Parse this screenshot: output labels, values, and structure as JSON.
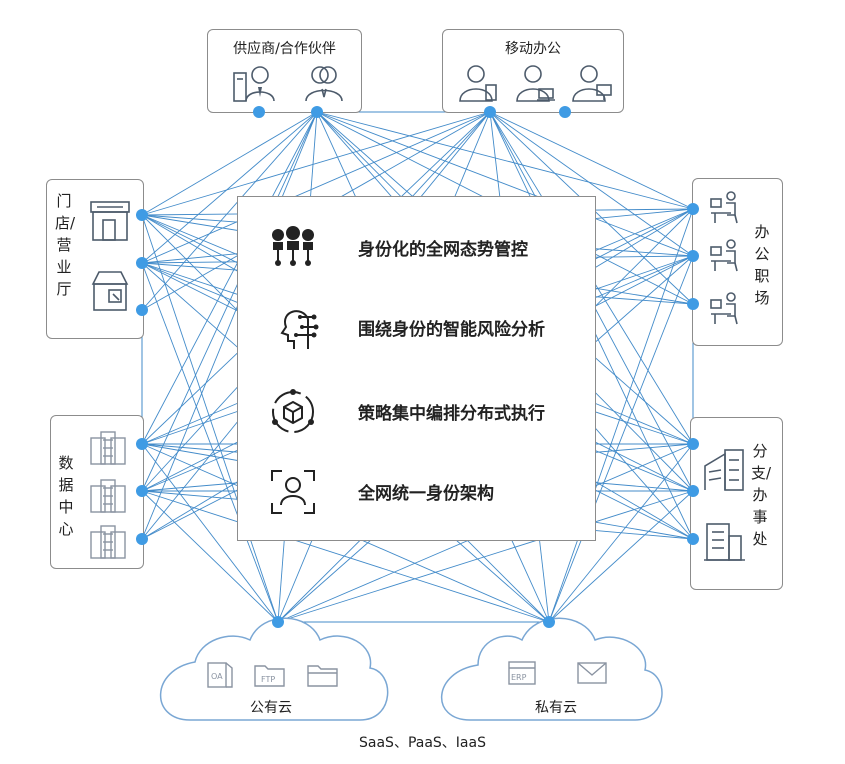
{
  "groups": {
    "supplier": "供应商/合作伙伴",
    "mobile": "移动办公",
    "store": "门店/营业厅",
    "office": "办公职场",
    "datacenter": "数据中心",
    "branch": "分支/办事处"
  },
  "capabilities": [
    {
      "label": "身份化的全网态势管控",
      "icon": "identity-network-icon"
    },
    {
      "label": "围绕身份的智能风险分析",
      "icon": "ai-brain-icon"
    },
    {
      "label": "策略集中编排分布式执行",
      "icon": "policy-cube-icon"
    },
    {
      "label": "全网统一身份架构",
      "icon": "user-frame-icon"
    }
  ],
  "clouds": {
    "public": {
      "label": "公有云",
      "icons": [
        "oa-icon",
        "ftp-folder-icon",
        "folder-icon"
      ]
    },
    "private": {
      "label": "私有云",
      "icons": [
        "erp-icon",
        "mail-icon"
      ]
    }
  },
  "footer": "SaaS、PaaS、IaaS",
  "colors": {
    "line": "#2f7fc4",
    "dot": "#3f9be4",
    "border": "#8c8c8c",
    "icon": "#4d5b6b"
  }
}
